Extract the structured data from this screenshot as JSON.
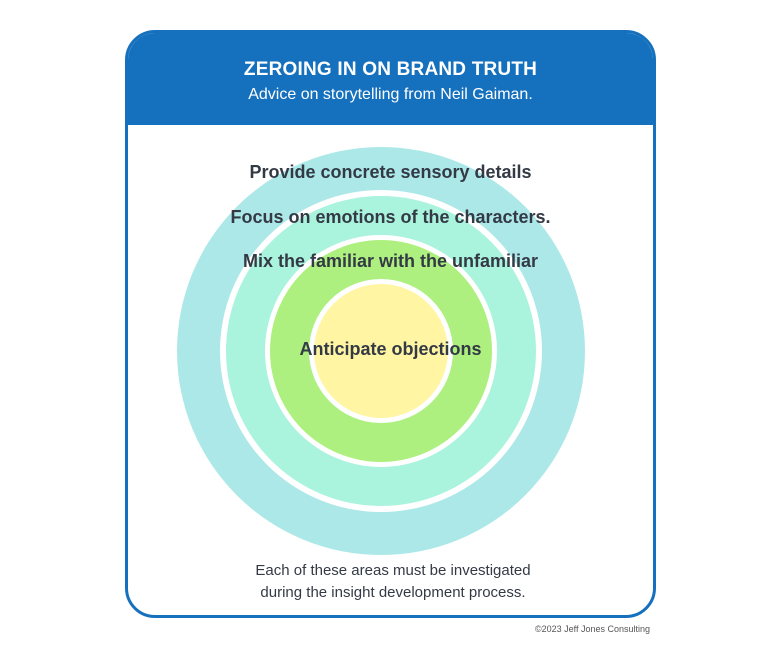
{
  "header": {
    "title": "ZEROING IN ON BRAND TRUTH",
    "subtitle": "Advice on storytelling from Neil Gaiman."
  },
  "rings": [
    {
      "label": "Provide concrete sensory details",
      "color": "#ade8e8"
    },
    {
      "label": "Focus on emotions of the characters.",
      "color": "#aaf3dd"
    },
    {
      "label": "Mix the familiar with the unfamiliar",
      "color": "#adf07f"
    },
    {
      "label": "Anticipate objections",
      "color": "#fff5a3"
    }
  ],
  "footnote": {
    "line1": "Each of these areas must be investigated",
    "line2": "during the insight development process."
  },
  "copyright": "©2023 Jeff Jones Consulting",
  "colors": {
    "brand_blue": "#1570bd",
    "ring_separator": "#ffffff",
    "text": "#333a45"
  }
}
